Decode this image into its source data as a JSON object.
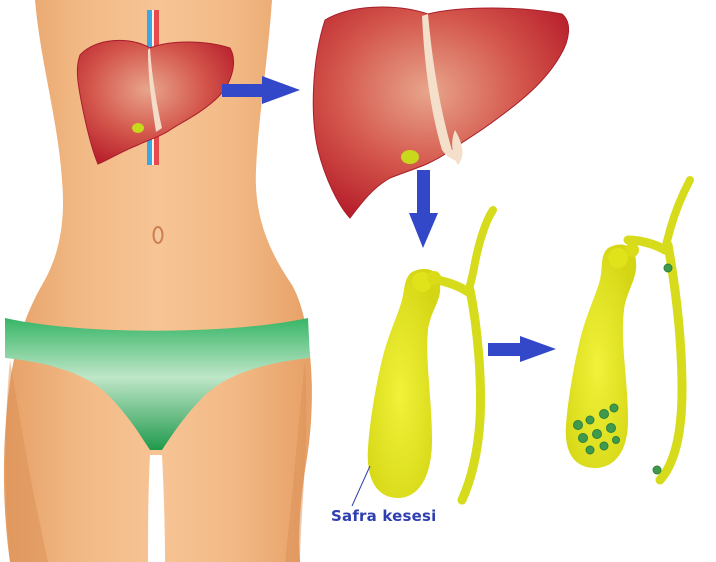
{
  "figure": {
    "caption": "Safra kesesi",
    "panels": [
      "torso-with-liver",
      "liver-enlarged",
      "gallbladder-healthy",
      "gallbladder-with-stones"
    ]
  },
  "colors": {
    "skin": "#f0b482",
    "skin_shadow": "#e09a5e",
    "underwear": "#2fa85a",
    "liver": "#c93838",
    "liver_highlight": "#e58f7a",
    "gallbladder": "#e2e41a",
    "gallstone": "#3f9a4e",
    "arrow": "#3347c9",
    "caption": "#2f3fb0",
    "vein": "#3aa7e3",
    "artery": "#e64a4a"
  },
  "icons": {
    "arrows": [
      "arrow-right-icon",
      "arrow-down-icon",
      "arrow-right-icon"
    ]
  }
}
